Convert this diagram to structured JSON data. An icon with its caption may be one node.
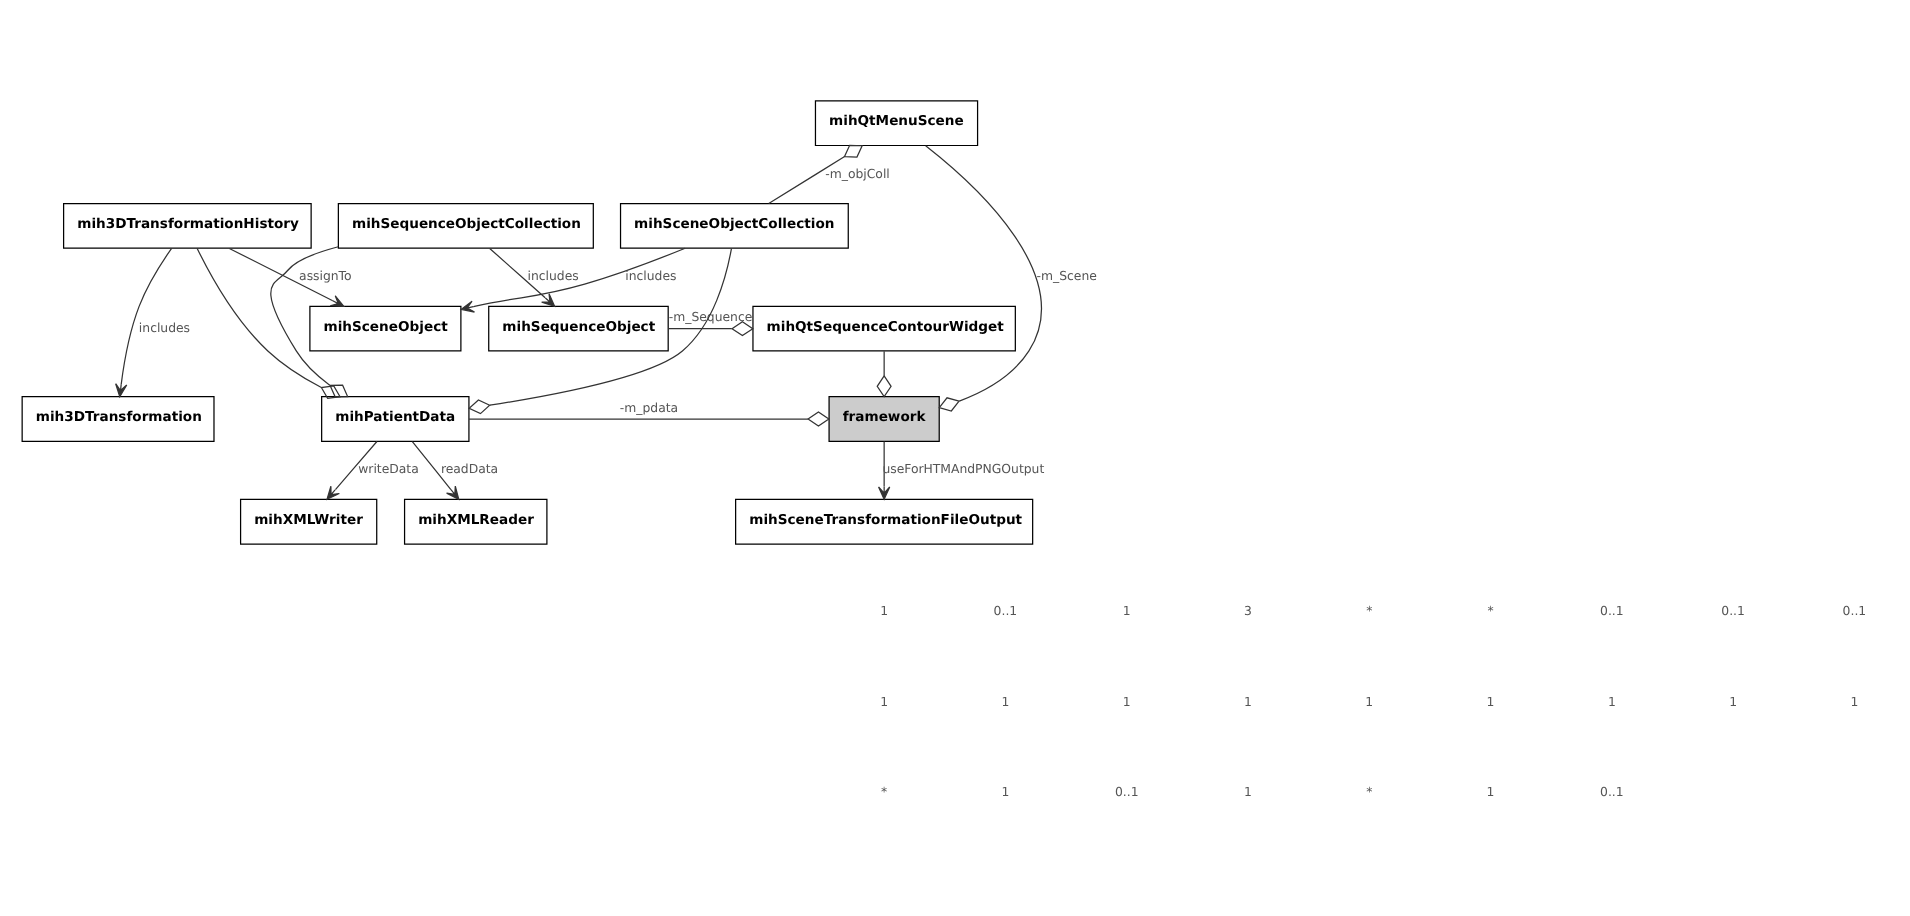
{
  "diagram": {
    "nodes": [
      {
        "text": [
          "mihQtSequenceContourWidget"
        ]
      },
      {
        "text": [
          "mihSequenceObject"
        ]
      },
      {
        "text": [
          "mihSceneObject"
        ]
      },
      {
        "text": [
          "mihQtMenuScene"
        ]
      },
      {
        "text": [
          "mihSequenceObjectCollection"
        ]
      },
      {
        "text": [
          "mihSceneObjectCollection"
        ]
      },
      {
        "text": [
          "mih3DTransformationHistory"
        ]
      },
      {
        "text": [
          "framework"
        ]
      },
      {
        "text": [
          "mihPatientData"
        ]
      },
      {
        "text": [
          "mih3DTransformation"
        ]
      },
      {
        "text": [
          "mihSceneTransformationFileOutput"
        ]
      },
      {
        "text": [
          "mihXMLWriter"
        ]
      },
      {
        "text": [
          "mihXMLReader"
        ]
      }
    ],
    "edges": [
      {
        "from": 0,
        "to": 1,
        "arrow": "other",
        "label": "-m_Sequence"
      },
      {
        "from": 7,
        "to": 0,
        "arrow": "other"
      },
      {
        "from": 3,
        "to": 5,
        "arrow": "other",
        "label": "-m_objColl"
      },
      {
        "from": 4,
        "to": 1,
        "arrow": "to",
        "label": "includes"
      },
      {
        "from": 5,
        "to": 2,
        "arrow": "to",
        "label": "includes"
      },
      {
        "from": 6,
        "to": 2,
        "arrow": "to",
        "label": "assignTo"
      },
      {
        "from": 7,
        "to": 3,
        "arrow": "other",
        "label": "-m_Scene"
      },
      {
        "from": 8,
        "to": 4,
        "arrow": "other"
      },
      {
        "from": 8,
        "to": 5,
        "arrow": "other"
      },
      {
        "from": 8,
        "to": 6,
        "arrow": "other"
      },
      {
        "from": 7,
        "to": 8,
        "arrow": "other",
        "label": "-m_pdata"
      },
      {
        "from": 6,
        "to": 9,
        "arrow": "to",
        "label": "includes"
      },
      {
        "from": 7,
        "to": 10,
        "arrow": "to",
        "label": "useForHTMAndPNGOutput"
      },
      {
        "from": 8,
        "to": 11,
        "arrow": "to",
        "label": "writeData"
      },
      {
        "from": 8,
        "to": 12,
        "arrow": "to",
        "label": "readData"
      }
    ],
    "labels": [
      "1",
      "0..1",
      "1",
      "3",
      "*",
      "*",
      "0..1",
      "0..1",
      "0..1",
      "1",
      "1",
      "1",
      "1",
      "1",
      "1",
      "1",
      "1",
      "1",
      "*",
      "1",
      "0..1",
      "1",
      "*",
      "1",
      "0..1"
    ]
  }
}
